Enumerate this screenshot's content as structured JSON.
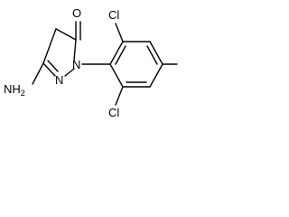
{
  "molecule": {
    "labels": {
      "oxygen": "O",
      "nitrogen_ring_1": "N",
      "nitrogen_ring_2": "N",
      "amine": "NH",
      "amine_subscript": "2",
      "chlorine_top": "Cl",
      "chlorine_bottom": "Cl"
    }
  },
  "colors": {
    "bond": "#000000",
    "background": "#ffffff"
  }
}
